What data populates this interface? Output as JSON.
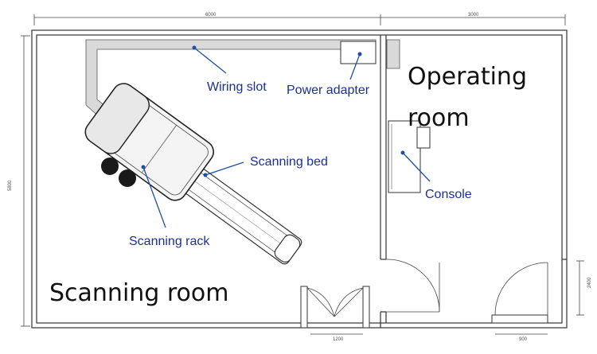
{
  "rooms": {
    "scanning_room": "Scanning room",
    "operating_room_line1": "Operating",
    "operating_room_line2": "room"
  },
  "callouts": {
    "wiring_slot": "Wiring slot",
    "power_adapter": "Power adapter",
    "scanning_bed": "Scanning bed",
    "scanning_rack": "Scanning rack",
    "console": "Console"
  },
  "dimensions": {
    "top_left_width": "6000",
    "top_right_width": "3000",
    "left_height": "5800",
    "door_left_width": "1200",
    "door_right_width": "900",
    "right_height": "2400"
  },
  "colors": {
    "label": "#1b2f9a",
    "arrow": "#1f4fa8",
    "slot_fill": "#d9d9d9"
  }
}
